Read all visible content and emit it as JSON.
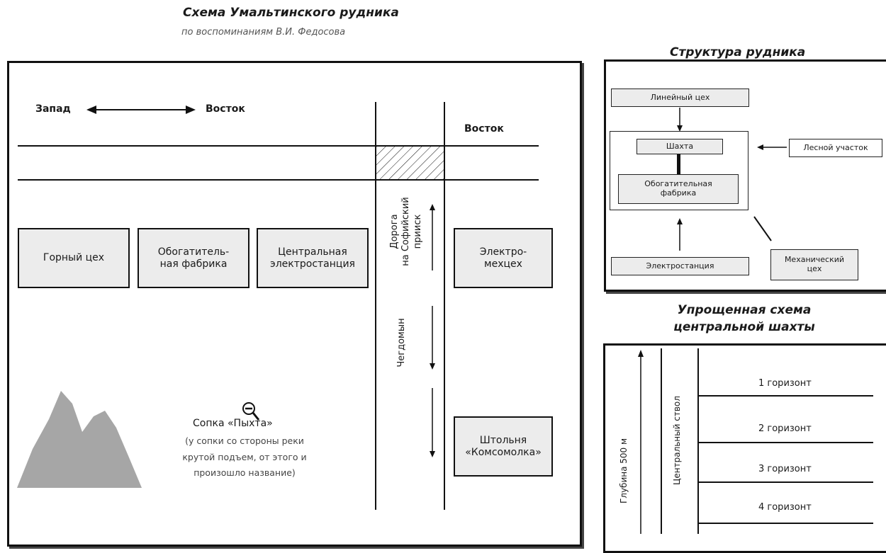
{
  "main_diagram": {
    "title": "Схема Умальтинского рудника",
    "subtitle": "по воспоминаниям В.И. Федосова",
    "compass": {
      "west": "Запад",
      "east": "Восток"
    },
    "east_label": "Восток",
    "buildings": [
      {
        "label": "Горный цех"
      },
      {
        "label": "Обогатитель-\nная фабрика"
      },
      {
        "label": "Центральная\nэлектростанция"
      },
      {
        "label": "Электро-\nмехцех"
      },
      {
        "label": "Штольня\n«Комсомолка»"
      }
    ],
    "road_label": "Дорога\nна Софийский\nприиск",
    "road_label_2": "Чегдомын",
    "hill": {
      "name": "Сопка «Пыхта»",
      "desc_1": "(у сопки со стороны реки",
      "desc_2": "крутой подъем, от этого и",
      "desc_3": "произошло название)"
    }
  },
  "structure": {
    "title": "Структура рудника",
    "nodes": {
      "line_shop": "Линейный цех",
      "shaft": "Шахта",
      "plant": "Обогатительная\nфабрика",
      "forest": "Лесной участок",
      "power": "Электростанция",
      "mech": "Механический\nцех"
    }
  },
  "shaft_scheme": {
    "title_1": "Упрощенная схема",
    "title_2": "центральной шахты",
    "depth_label": "Глубина 500 м",
    "trunk_label": "Центральный ствол",
    "horizons": [
      "1 горизонт",
      "2 горизонт",
      "3 горизонт",
      "4 горизонт"
    ]
  }
}
